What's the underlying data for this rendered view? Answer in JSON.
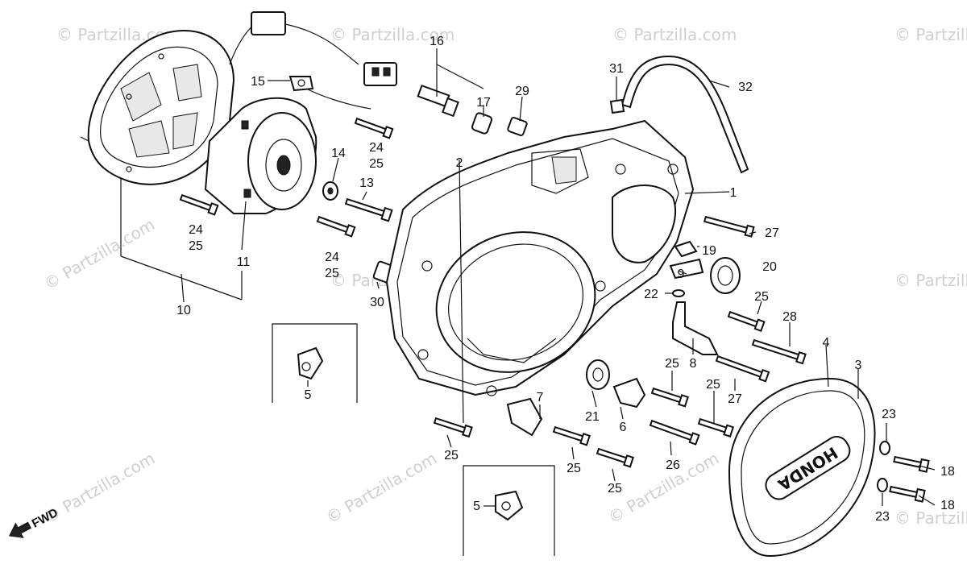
{
  "watermark": "© Partzilla.com",
  "fwd_label": "FWD",
  "cover_brand": "HONDA",
  "callouts": {
    "c1": "1",
    "c2": "2",
    "c3": "3",
    "c4": "4",
    "c5a": "5",
    "c5b": "5",
    "c6": "6",
    "c7": "7",
    "c8": "8",
    "c9": "9",
    "c10": "10",
    "c11": "11",
    "c13": "13",
    "c14": "14",
    "c15": "15",
    "c16": "16",
    "c17": "17",
    "c18a": "18",
    "c18b": "18",
    "c19": "19",
    "c20": "20",
    "c21": "21",
    "c22": "22",
    "c23a": "23",
    "c23b": "23",
    "c24a": "24",
    "c24b": "24",
    "c24c": "24",
    "c25a": "25",
    "c25b": "25",
    "c25c": "25",
    "c25d": "25",
    "c25e": "25",
    "c25f": "25",
    "c25g": "25",
    "c25h": "25",
    "c25i": "25",
    "c26": "26",
    "c27a": "27",
    "c27b": "27",
    "c28": "28",
    "c29": "29",
    "c30": "30",
    "c31": "31",
    "c32": "32"
  }
}
